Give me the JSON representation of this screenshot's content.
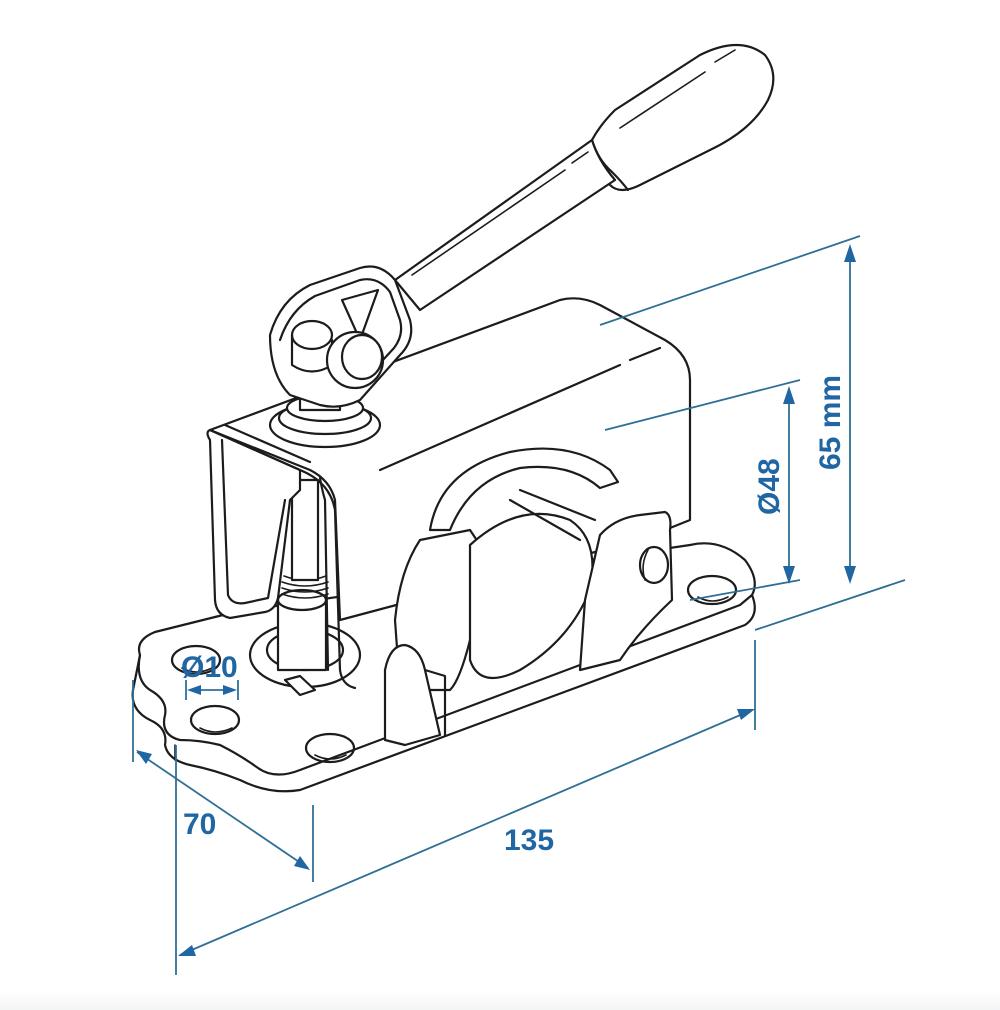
{
  "figure": {
    "subject": "Clamp with lever handle and base plate",
    "colors": {
      "line_art": "#1c1c1c",
      "dimension_lines": "#2f6f96",
      "dimension_text": "#1f66a3",
      "background": "#ffffff"
    },
    "dimensions": {
      "hole_diameter": "Ø10",
      "clamp_diameter": "Ø48",
      "height": "65 mm",
      "width": "70",
      "length": "135"
    }
  }
}
